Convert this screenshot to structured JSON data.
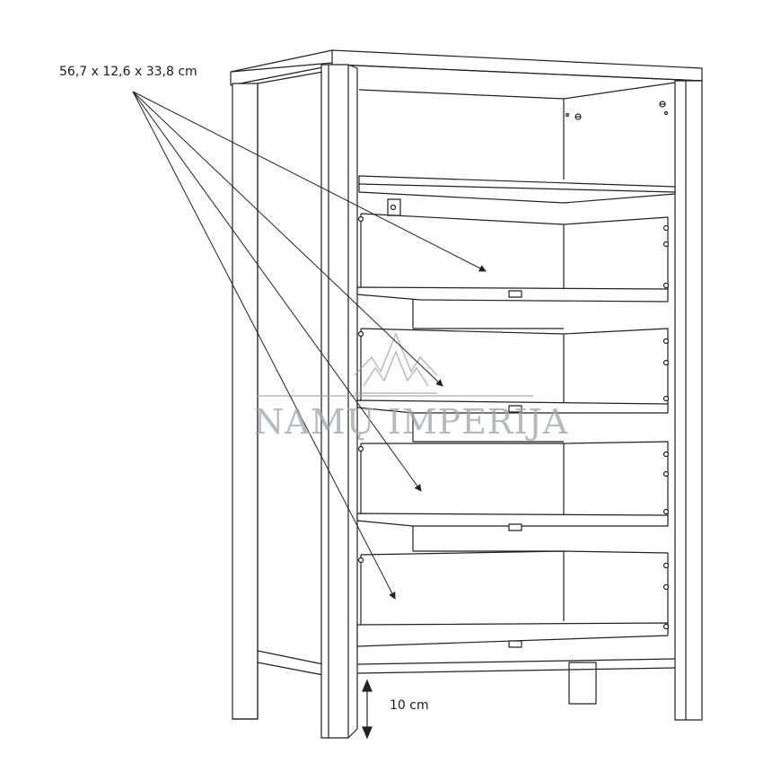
{
  "annotations": {
    "drawer_dimensions": "56,7 x 12,6 x 33,8 cm",
    "leg_height": "10 cm"
  },
  "watermark": {
    "text": "NAMŲ IMPERIJA"
  },
  "colors": {
    "line": "#222222",
    "watermark": "#9aa5ab",
    "background": "#ffffff"
  }
}
